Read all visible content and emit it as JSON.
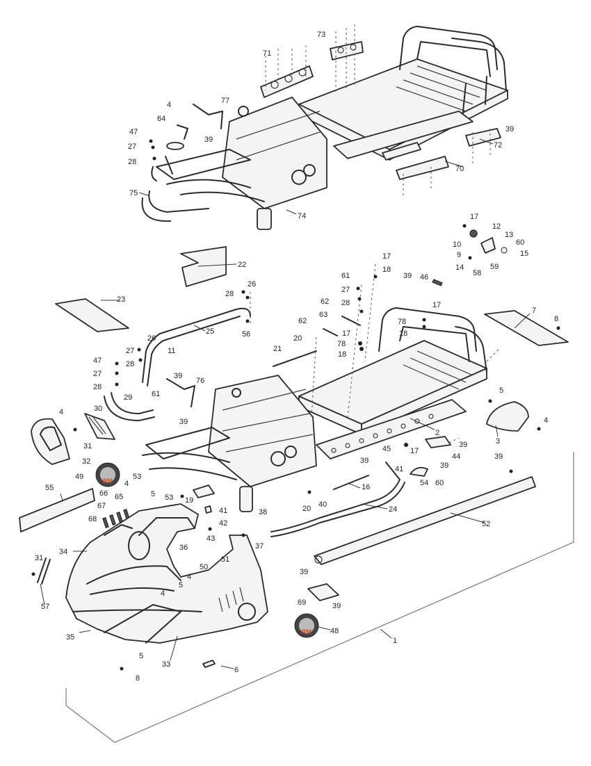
{
  "callouts": [
    {
      "id": "c1",
      "text": "1"
    },
    {
      "id": "c2",
      "text": "2"
    },
    {
      "id": "c3",
      "text": "3"
    },
    {
      "id": "c4a",
      "text": "4"
    },
    {
      "id": "c4b",
      "text": "4"
    },
    {
      "id": "c4c",
      "text": "4"
    },
    {
      "id": "c4d",
      "text": "4"
    },
    {
      "id": "c4e",
      "text": "4"
    },
    {
      "id": "c4f",
      "text": "4"
    },
    {
      "id": "c5a",
      "text": "5"
    },
    {
      "id": "c5b",
      "text": "5"
    },
    {
      "id": "c5c",
      "text": "5"
    },
    {
      "id": "c5d",
      "text": "5"
    },
    {
      "id": "c6",
      "text": "6"
    },
    {
      "id": "c7",
      "text": "7"
    },
    {
      "id": "c8a",
      "text": "8"
    },
    {
      "id": "c8b",
      "text": "8"
    },
    {
      "id": "c9",
      "text": "9"
    },
    {
      "id": "c10",
      "text": "10"
    },
    {
      "id": "c11",
      "text": "11"
    },
    {
      "id": "c12",
      "text": "12"
    },
    {
      "id": "c13",
      "text": "13"
    },
    {
      "id": "c14",
      "text": "14"
    },
    {
      "id": "c15",
      "text": "15"
    },
    {
      "id": "c16",
      "text": "16"
    },
    {
      "id": "c17a",
      "text": "17"
    },
    {
      "id": "c17b",
      "text": "17"
    },
    {
      "id": "c17c",
      "text": "17"
    },
    {
      "id": "c17d",
      "text": "17"
    },
    {
      "id": "c17e",
      "text": "17"
    },
    {
      "id": "c18a",
      "text": "18"
    },
    {
      "id": "c18b",
      "text": "18"
    },
    {
      "id": "c18c",
      "text": "18"
    },
    {
      "id": "c19",
      "text": "19"
    },
    {
      "id": "c20a",
      "text": "20"
    },
    {
      "id": "c20b",
      "text": "20"
    },
    {
      "id": "c21",
      "text": "21"
    },
    {
      "id": "c22",
      "text": "22"
    },
    {
      "id": "c23",
      "text": "23"
    },
    {
      "id": "c24",
      "text": "24"
    },
    {
      "id": "c25",
      "text": "25"
    },
    {
      "id": "c26a",
      "text": "26"
    },
    {
      "id": "c26b",
      "text": "26"
    },
    {
      "id": "c27a",
      "text": "27"
    },
    {
      "id": "c27b",
      "text": "27"
    },
    {
      "id": "c27c",
      "text": "27"
    },
    {
      "id": "c27d",
      "text": "27"
    },
    {
      "id": "c28a",
      "text": "28"
    },
    {
      "id": "c28b",
      "text": "28"
    },
    {
      "id": "c28c",
      "text": "28"
    },
    {
      "id": "c28d",
      "text": "28"
    },
    {
      "id": "c28e",
      "text": "28"
    },
    {
      "id": "c29",
      "text": "29"
    },
    {
      "id": "c30",
      "text": "30"
    },
    {
      "id": "c31a",
      "text": "31"
    },
    {
      "id": "c31b",
      "text": "31"
    },
    {
      "id": "c32",
      "text": "32"
    },
    {
      "id": "c33",
      "text": "33"
    },
    {
      "id": "c34",
      "text": "34"
    },
    {
      "id": "c35",
      "text": "35"
    },
    {
      "id": "c36",
      "text": "36"
    },
    {
      "id": "c37",
      "text": "37"
    },
    {
      "id": "c38",
      "text": "38"
    },
    {
      "id": "c39a",
      "text": "39"
    },
    {
      "id": "c39b",
      "text": "39"
    },
    {
      "id": "c39c",
      "text": "39"
    },
    {
      "id": "c39d",
      "text": "39"
    },
    {
      "id": "c39e",
      "text": "39"
    },
    {
      "id": "c39f",
      "text": "39"
    },
    {
      "id": "c39g",
      "text": "39"
    },
    {
      "id": "c39h",
      "text": "39"
    },
    {
      "id": "c39i",
      "text": "39"
    },
    {
      "id": "c39j",
      "text": "39"
    },
    {
      "id": "c39k",
      "text": "39"
    },
    {
      "id": "c40",
      "text": "40"
    },
    {
      "id": "c41a",
      "text": "41"
    },
    {
      "id": "c41b",
      "text": "41"
    },
    {
      "id": "c42",
      "text": "42"
    },
    {
      "id": "c43",
      "text": "43"
    },
    {
      "id": "c44",
      "text": "44"
    },
    {
      "id": "c45",
      "text": "45"
    },
    {
      "id": "c46",
      "text": "46"
    },
    {
      "id": "c47a",
      "text": "47"
    },
    {
      "id": "c47b",
      "text": "47"
    },
    {
      "id": "c48",
      "text": "48"
    },
    {
      "id": "c49",
      "text": "49"
    },
    {
      "id": "c50",
      "text": "50"
    },
    {
      "id": "c51",
      "text": "51"
    },
    {
      "id": "c52",
      "text": "52"
    },
    {
      "id": "c53a",
      "text": "53"
    },
    {
      "id": "c53b",
      "text": "53"
    },
    {
      "id": "c54",
      "text": "54"
    },
    {
      "id": "c55",
      "text": "55"
    },
    {
      "id": "c56",
      "text": "56"
    },
    {
      "id": "c57",
      "text": "57"
    },
    {
      "id": "c58",
      "text": "58"
    },
    {
      "id": "c59",
      "text": "59"
    },
    {
      "id": "c60a",
      "text": "60"
    },
    {
      "id": "c60b",
      "text": "60"
    },
    {
      "id": "c61a",
      "text": "61"
    },
    {
      "id": "c61b",
      "text": "61"
    },
    {
      "id": "c62a",
      "text": "62"
    },
    {
      "id": "c62b",
      "text": "62"
    },
    {
      "id": "c63",
      "text": "63"
    },
    {
      "id": "c64",
      "text": "64"
    },
    {
      "id": "c65",
      "text": "65"
    },
    {
      "id": "c66",
      "text": "66"
    },
    {
      "id": "c67",
      "text": "67"
    },
    {
      "id": "c68",
      "text": "68"
    },
    {
      "id": "c69",
      "text": "69"
    },
    {
      "id": "c70",
      "text": "70"
    },
    {
      "id": "c71",
      "text": "71"
    },
    {
      "id": "c72",
      "text": "72"
    },
    {
      "id": "c73",
      "text": "73"
    },
    {
      "id": "c74",
      "text": "74"
    },
    {
      "id": "c75",
      "text": "75"
    },
    {
      "id": "c76",
      "text": "76"
    },
    {
      "id": "c77",
      "text": "77"
    },
    {
      "id": "c78a",
      "text": "78"
    },
    {
      "id": "c78b",
      "text": "78"
    }
  ],
  "logos": {
    "badge_text": "RM"
  }
}
